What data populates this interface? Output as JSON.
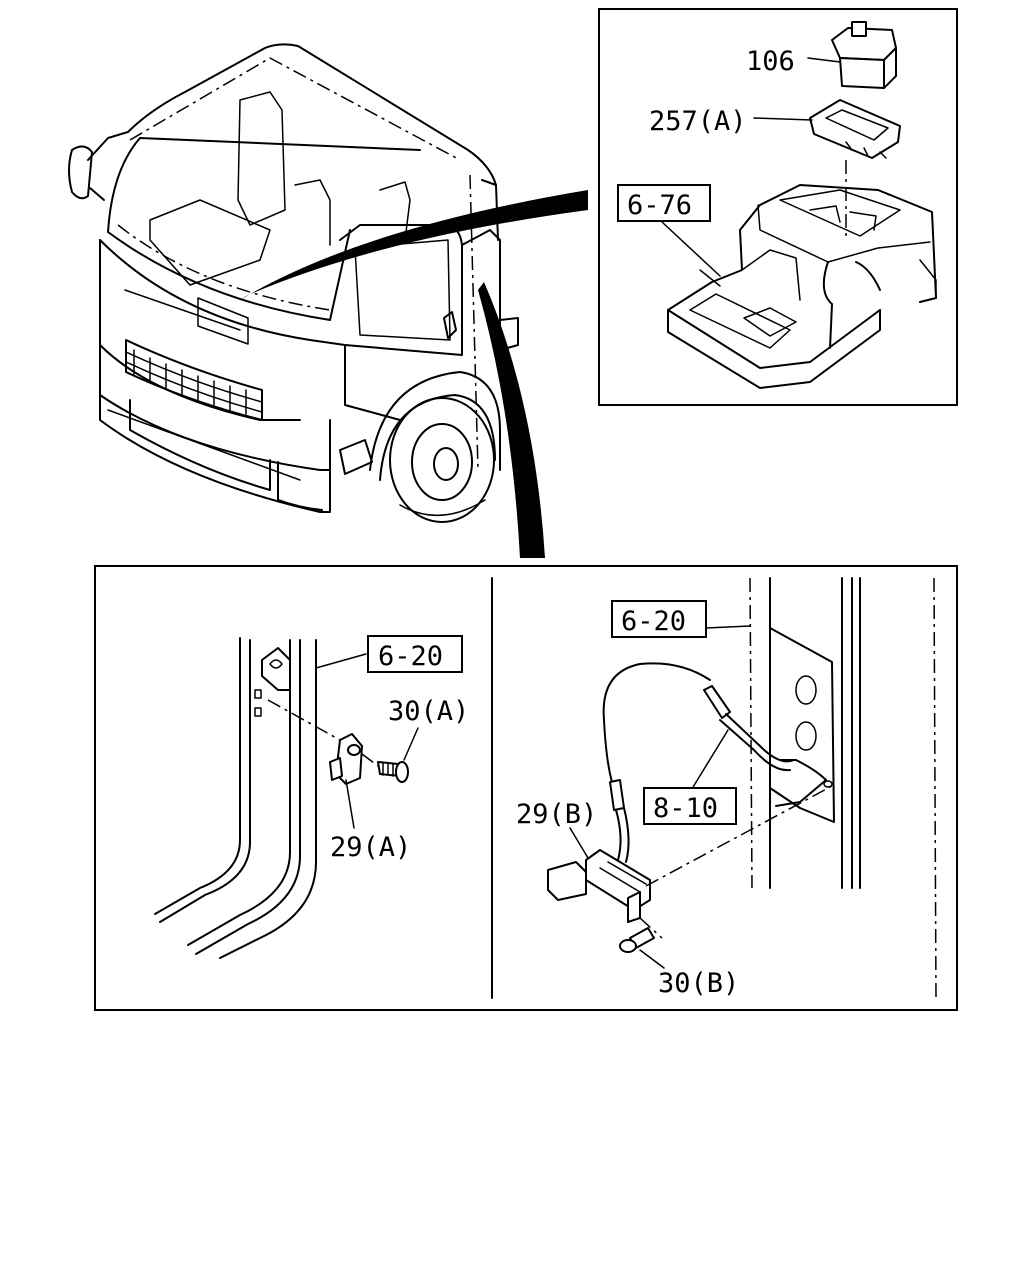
{
  "labels": {
    "part_106": "106",
    "part_257a": "257(A)",
    "ref_6_76": "6-76",
    "ref_6_20_left": "6-20",
    "part_30a": "30(A)",
    "part_29a": "29(A)",
    "ref_6_20_right": "6-20",
    "part_29b": "29(B)",
    "ref_8_10": "8-10",
    "part_30b": "30(B)"
  }
}
